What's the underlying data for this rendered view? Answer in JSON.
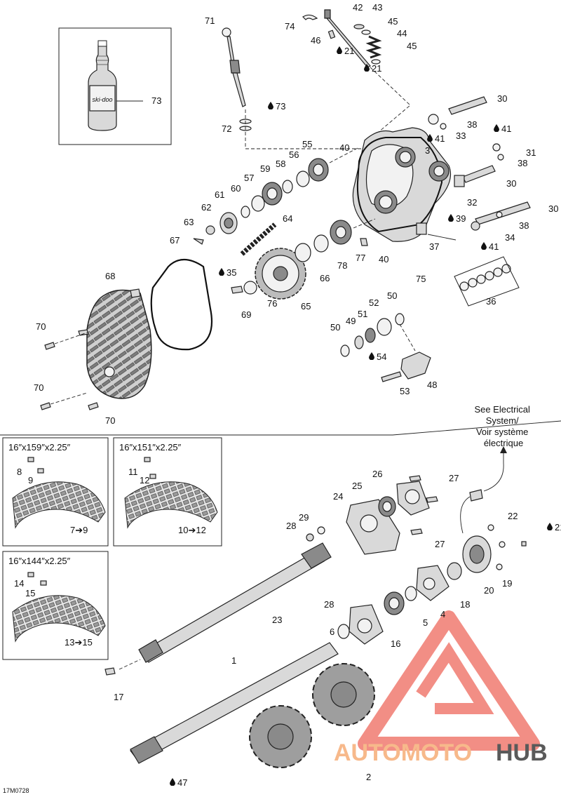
{
  "figure_code": "17M0728",
  "reference_note": [
    "See Electrical",
    "System/",
    "Voir système",
    "électrique"
  ],
  "bottle_label": "ski-doo",
  "insets": [
    {
      "title": "16″x159″x2.25″",
      "range": "7➔9"
    },
    {
      "title": "16″x151″x2.25″",
      "range": "10➔12"
    },
    {
      "title": "16″x144″x2.25″",
      "range": "13➔15"
    }
  ],
  "watermark": {
    "part1": "AUTOMOTO",
    "part2": "HUB"
  },
  "colors": {
    "watermark_red": "#f07a70",
    "watermark_orange": "#f7b98b",
    "watermark_gray": "#5a5a5a"
  },
  "drop_icon": "oil-drop-icon",
  "callouts": [
    {
      "id": "c71",
      "label": "71"
    },
    {
      "id": "c42",
      "label": "42"
    },
    {
      "id": "c43",
      "label": "43"
    },
    {
      "id": "c74",
      "label": "74"
    },
    {
      "id": "c46",
      "label": "46"
    },
    {
      "id": "c45a",
      "label": "45"
    },
    {
      "id": "c44",
      "label": "44"
    },
    {
      "id": "c45b",
      "label": "45"
    },
    {
      "id": "c21a",
      "label": "21",
      "drop": true
    },
    {
      "id": "c21b",
      "label": "21",
      "drop": true
    },
    {
      "id": "c73",
      "label": "73"
    },
    {
      "id": "c73d",
      "label": "73",
      "drop": true
    },
    {
      "id": "c72",
      "label": "72"
    },
    {
      "id": "c30a",
      "label": "30"
    },
    {
      "id": "c38a",
      "label": "38"
    },
    {
      "id": "c41a",
      "label": "41",
      "drop": true
    },
    {
      "id": "c33",
      "label": "33"
    },
    {
      "id": "c41b",
      "label": "41",
      "drop": true
    },
    {
      "id": "c31",
      "label": "31"
    },
    {
      "id": "c38b",
      "label": "38"
    },
    {
      "id": "c40a",
      "label": "40"
    },
    {
      "id": "c3",
      "label": "3"
    },
    {
      "id": "c30b",
      "label": "30"
    },
    {
      "id": "c32",
      "label": "32"
    },
    {
      "id": "c55",
      "label": "55"
    },
    {
      "id": "c56",
      "label": "56"
    },
    {
      "id": "c58",
      "label": "58"
    },
    {
      "id": "c59",
      "label": "59"
    },
    {
      "id": "c57",
      "label": "57"
    },
    {
      "id": "c60",
      "label": "60"
    },
    {
      "id": "c61",
      "label": "61"
    },
    {
      "id": "c62",
      "label": "62"
    },
    {
      "id": "c63",
      "label": "63"
    },
    {
      "id": "c64",
      "label": "64"
    },
    {
      "id": "c67",
      "label": "67"
    },
    {
      "id": "c30c",
      "label": "30"
    },
    {
      "id": "c39",
      "label": "39",
      "drop": true
    },
    {
      "id": "c38c",
      "label": "38"
    },
    {
      "id": "c34",
      "label": "34"
    },
    {
      "id": "c41c",
      "label": "41",
      "drop": true
    },
    {
      "id": "c37",
      "label": "37"
    },
    {
      "id": "c77",
      "label": "77"
    },
    {
      "id": "c78",
      "label": "78"
    },
    {
      "id": "c40b",
      "label": "40"
    },
    {
      "id": "c75",
      "label": "75"
    },
    {
      "id": "c36",
      "label": "36"
    },
    {
      "id": "c68",
      "label": "68"
    },
    {
      "id": "c35",
      "label": "35",
      "drop": true
    },
    {
      "id": "c66",
      "label": "66"
    },
    {
      "id": "c76",
      "label": "76"
    },
    {
      "id": "c65",
      "label": "65"
    },
    {
      "id": "c69",
      "label": "69"
    },
    {
      "id": "c50a",
      "label": "50"
    },
    {
      "id": "c52",
      "label": "52"
    },
    {
      "id": "c51",
      "label": "51"
    },
    {
      "id": "c49",
      "label": "49"
    },
    {
      "id": "c50b",
      "label": "50"
    },
    {
      "id": "c70a",
      "label": "70"
    },
    {
      "id": "c54",
      "label": "54",
      "drop": true
    },
    {
      "id": "c48",
      "label": "48"
    },
    {
      "id": "c53",
      "label": "53"
    },
    {
      "id": "c70b",
      "label": "70"
    },
    {
      "id": "c70c",
      "label": "70"
    },
    {
      "id": "c8",
      "label": "8"
    },
    {
      "id": "c9",
      "label": "9"
    },
    {
      "id": "c11",
      "label": "11"
    },
    {
      "id": "c12",
      "label": "12"
    },
    {
      "id": "c26",
      "label": "26"
    },
    {
      "id": "c27a",
      "label": "27"
    },
    {
      "id": "c25",
      "label": "25"
    },
    {
      "id": "c24",
      "label": "24"
    },
    {
      "id": "c29",
      "label": "29"
    },
    {
      "id": "c28a",
      "label": "28"
    },
    {
      "id": "c27b",
      "label": "27"
    },
    {
      "id": "c22",
      "label": "22"
    },
    {
      "id": "c21c",
      "label": "21",
      "drop": true
    },
    {
      "id": "c19",
      "label": "19"
    },
    {
      "id": "c20",
      "label": "20"
    },
    {
      "id": "c18",
      "label": "18"
    },
    {
      "id": "c4",
      "label": "4"
    },
    {
      "id": "c5",
      "label": "5"
    },
    {
      "id": "c28b",
      "label": "28"
    },
    {
      "id": "c23",
      "label": "23"
    },
    {
      "id": "c14",
      "label": "14"
    },
    {
      "id": "c15",
      "label": "15"
    },
    {
      "id": "c6",
      "label": "6"
    },
    {
      "id": "c16",
      "label": "16"
    },
    {
      "id": "c1",
      "label": "1"
    },
    {
      "id": "c17",
      "label": "17"
    },
    {
      "id": "c2",
      "label": "2"
    },
    {
      "id": "c47",
      "label": "47",
      "drop": true
    }
  ]
}
